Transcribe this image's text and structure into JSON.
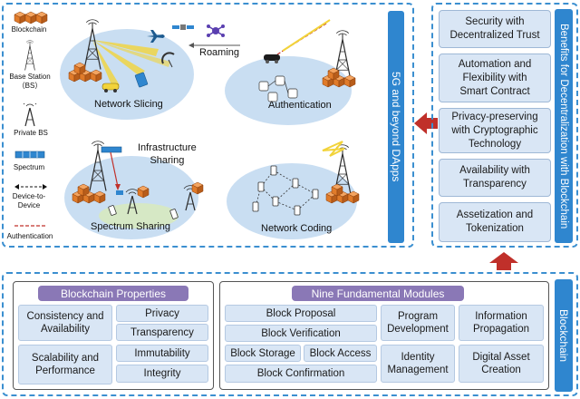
{
  "legend": {
    "blockchain": "Blockchain",
    "base_station": "Base Station\n（BS）",
    "private_bs": "Private  BS",
    "spectrum": "Spectrum",
    "d2d": "Device-to-\nDevice",
    "authentication": "Authentication"
  },
  "scenarios": {
    "network_slicing": "Network Slicing",
    "authentication": "Authentication",
    "roaming": "Roaming",
    "infrastructure_sharing": "Infrastructure\nSharing",
    "spectrum_sharing": "Spectrum Sharing",
    "network_coding": "Network Coding"
  },
  "dapps_label": "5G and beyond DApps",
  "benefits_label": "Benefits for Decentralization with Blockchain",
  "benefits": [
    "Security with\nDecentralized Trust",
    "Automation and\nFlexibility with\nSmart Contract",
    "Privacy-preserving\nwith Cryptographic\nTechnology",
    "Availability with\nTransparency",
    "Assetization and\nTokenization"
  ],
  "blockchain_label": "Blockchain",
  "properties": {
    "title": "Blockchain Properties",
    "items": {
      "consistency": "Consistency and\nAvailability",
      "privacy": "Privacy",
      "transparency": "Transparency",
      "scalability": "Scalability and\nPerformance",
      "immutability": "Immutability",
      "integrity": "Integrity"
    }
  },
  "modules": {
    "title": "Nine Fundamental Modules",
    "items": {
      "block_proposal": "Block Proposal",
      "block_verification": "Block Verification",
      "block_storage": "Block Storage",
      "block_access": "Block Access",
      "block_confirmation": "Block Confirmation",
      "program_development": "Program\nDevelopment",
      "identity_management": "Identity\nManagement",
      "information_propagation": "Information\nPropagation",
      "digital_asset_creation": "Digital Asset\nCreation"
    }
  },
  "colors": {
    "panel_border": "#3b8fd0",
    "vertical_bar": "#2f86cf",
    "ellipse": "#c9def2",
    "cell": "#d9e6f5",
    "header": "#8a78b6",
    "arrow": "#c0302a",
    "block": "#e07b2a",
    "tower": "#2b2b2b"
  }
}
